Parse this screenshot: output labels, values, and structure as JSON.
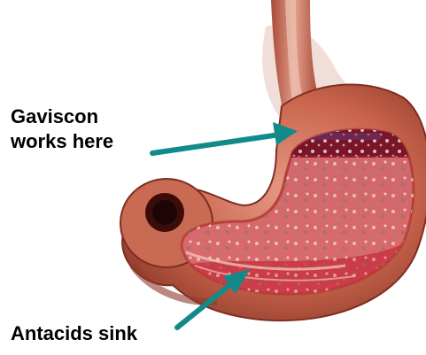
{
  "labels": {
    "gaviscon_line1": "Gaviscon",
    "gaviscon_line2": "works here",
    "antacids": "Antacids sink"
  },
  "colors": {
    "arrow": "#128a8a",
    "stomach_outer": "#b8523c",
    "stomach_wall": "#d9826e",
    "acid_pool": "#c42a3a",
    "foam_raft": "#7a1428"
  },
  "icons": {
    "arrow_gaviscon": "arrow-right-icon",
    "arrow_antacids": "arrow-up-right-icon"
  }
}
